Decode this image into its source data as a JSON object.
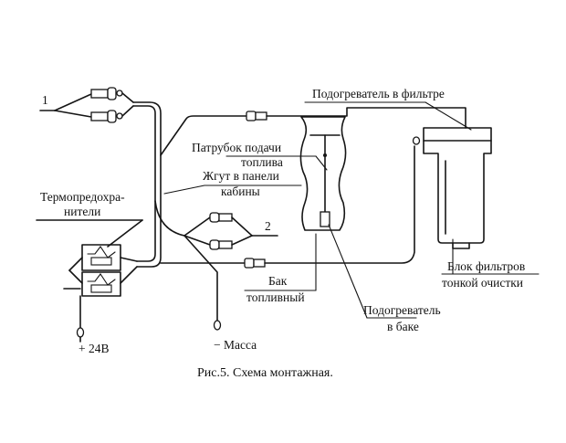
{
  "labels": {
    "wire1": "1",
    "wire2": "2",
    "fuses_line1": "Термопредохра-",
    "fuses_line2": "нители",
    "supply_pipe_line1": "Патрубок подачи",
    "supply_pipe_line2": "топлива",
    "harness_line1": "Жгут в панели",
    "harness_line2": "кабины",
    "filter_heater": "Подогреватель в фильтре",
    "filter_unit_line1": "Блок фильтров",
    "filter_unit_line2": "тонкой очистки",
    "tank_line1": "Бак",
    "tank_line2": "топливный",
    "tank_heater_line1": "Подогреватель",
    "tank_heater_line2": "в баке",
    "plus_24v": "+ 24В",
    "ground": "−  Масса"
  },
  "caption": "Рис.5. Схема монтажная."
}
